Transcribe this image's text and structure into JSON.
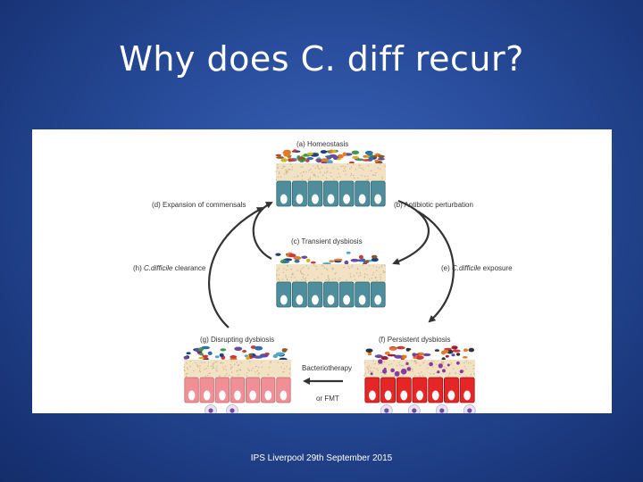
{
  "slide": {
    "title": "Why does C. diff recur?",
    "footer": "IPS Liverpool 29th September 2015"
  },
  "diagram": {
    "stages": {
      "a": "(a) Homeostasis",
      "b": "(b) Antibiotic perturbation",
      "c": "(c) Transient dysbiosis",
      "d": "(d) Expansion of commensals",
      "e_prefix": "(e) ",
      "e_organism": "C.difficile",
      "e_suffix": " exposure",
      "f": "(f) Persistent dysbiosis",
      "g": "(g) Disrupting dysbiosis",
      "h_prefix": "(h) ",
      "h_organism": "C.difficile",
      "h_suffix": " clearance"
    },
    "therapy_line1": "Bacteriotherapy",
    "therapy_line2": "or FMT"
  },
  "colors": {
    "epithelium_healthy": "#4e8e9c",
    "epithelium_disrupted": "#f08f95",
    "epithelium_inflamed": "#e52626",
    "mucus": "#f1e2c4",
    "arrow": "#333333"
  }
}
